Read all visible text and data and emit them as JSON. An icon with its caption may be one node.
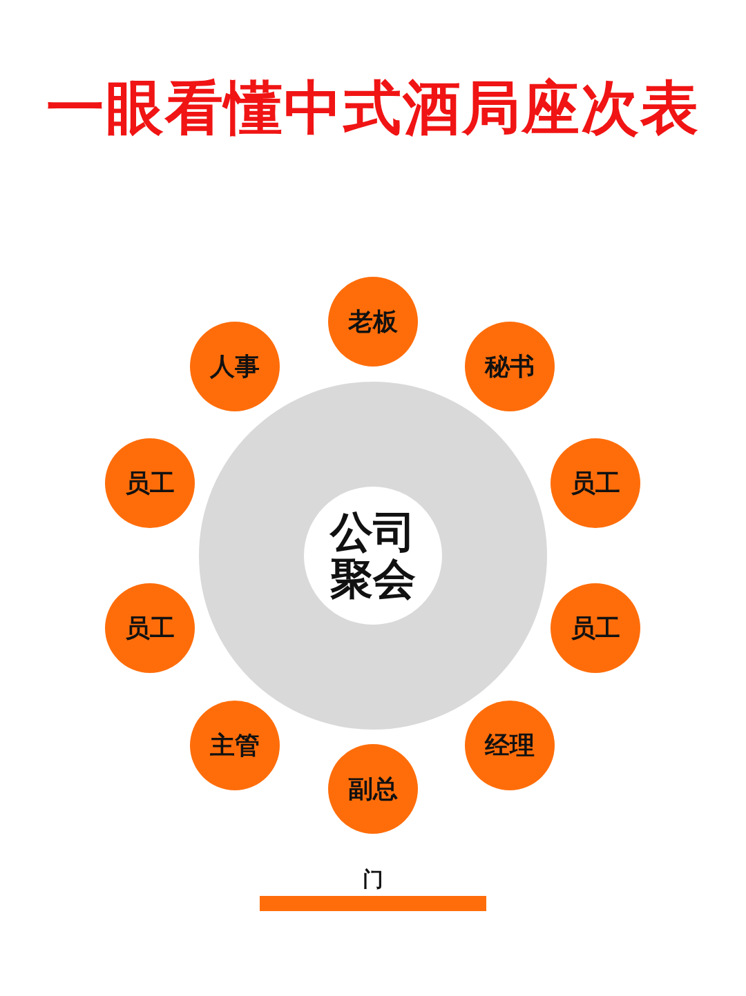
{
  "diagram": {
    "title": "一眼看懂中式酒局座次表",
    "nodes": [
      {
        "text": [],
        "shape": "circle"
      },
      {
        "text": [
          "公司聚会"
        ],
        "in": 0
      },
      {
        "text": [
          "老板"
        ]
      },
      {
        "text": [
          "人事"
        ]
      },
      {
        "text": [
          "秘书"
        ]
      },
      {
        "text": [
          "员工"
        ]
      },
      {
        "text": [
          "员工"
        ]
      },
      {
        "text": [
          "员工"
        ]
      },
      {
        "text": [
          "员工"
        ]
      },
      {
        "text": [
          "主管"
        ]
      },
      {
        "text": [
          "经理"
        ]
      },
      {
        "text": [
          "副总"
        ]
      },
      {
        "text": [
          "门"
        ]
      }
    ]
  }
}
